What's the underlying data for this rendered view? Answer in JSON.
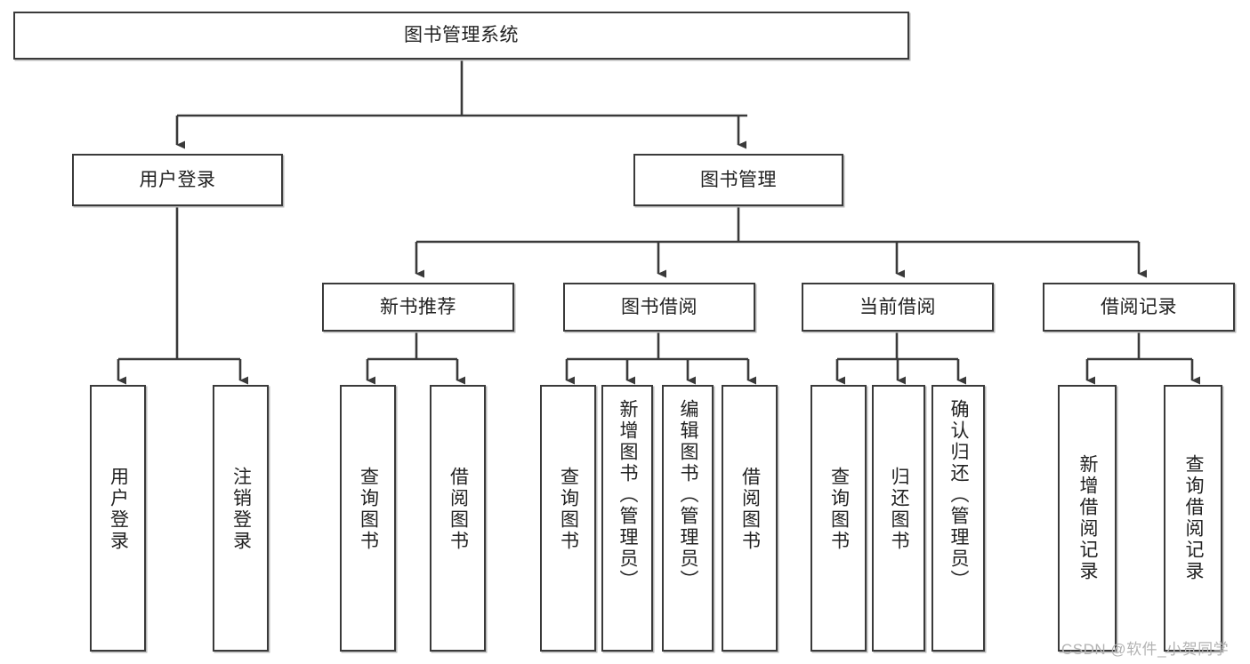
{
  "diagram": {
    "type": "hierarchy-tree",
    "title_node": {
      "label": "图书管理系统"
    },
    "level2": [
      {
        "id": "user-login",
        "label": "用户登录"
      },
      {
        "id": "book-management",
        "label": "图书管理"
      }
    ],
    "level3": [
      {
        "id": "new-book-recommend",
        "label": "新书推荐"
      },
      {
        "id": "book-borrow",
        "label": "图书借阅"
      },
      {
        "id": "current-borrow",
        "label": "当前借阅"
      },
      {
        "id": "borrow-record",
        "label": "借阅记录"
      }
    ],
    "leaves": [
      {
        "id": "leaf-user-login",
        "label": "用户登录",
        "parent": "user-login"
      },
      {
        "id": "leaf-logout-login",
        "label": "注销登录",
        "parent": "user-login"
      },
      {
        "id": "leaf-query-book-1",
        "label": "查询图书",
        "parent": "new-book-recommend"
      },
      {
        "id": "leaf-borrow-book-1",
        "label": "借阅图书",
        "parent": "new-book-recommend"
      },
      {
        "id": "leaf-query-book-2",
        "label": "查询图书",
        "parent": "book-borrow"
      },
      {
        "id": "leaf-add-book",
        "label": "新增图书（管理员）",
        "parent": "book-borrow"
      },
      {
        "id": "leaf-edit-book",
        "label": "编辑图书（管理员）",
        "parent": "book-borrow"
      },
      {
        "id": "leaf-borrow-book-2",
        "label": "借阅图书",
        "parent": "book-borrow"
      },
      {
        "id": "leaf-query-book-3",
        "label": "查询图书",
        "parent": "current-borrow"
      },
      {
        "id": "leaf-return-book",
        "label": "归还图书",
        "parent": "current-borrow"
      },
      {
        "id": "leaf-confirm-return",
        "label": "确认归还（管理员）",
        "parent": "current-borrow"
      },
      {
        "id": "leaf-add-record",
        "label": "新增借阅记录",
        "parent": "borrow-record"
      },
      {
        "id": "leaf-query-record",
        "label": "查询借阅记录",
        "parent": "borrow-record"
      }
    ],
    "watermark": "CSDN @软件_小贺同学",
    "colors": {
      "stroke": "#3a3a3a",
      "fill": "#ffffff",
      "text": "#222222",
      "watermark": "#b3b3b3"
    }
  }
}
